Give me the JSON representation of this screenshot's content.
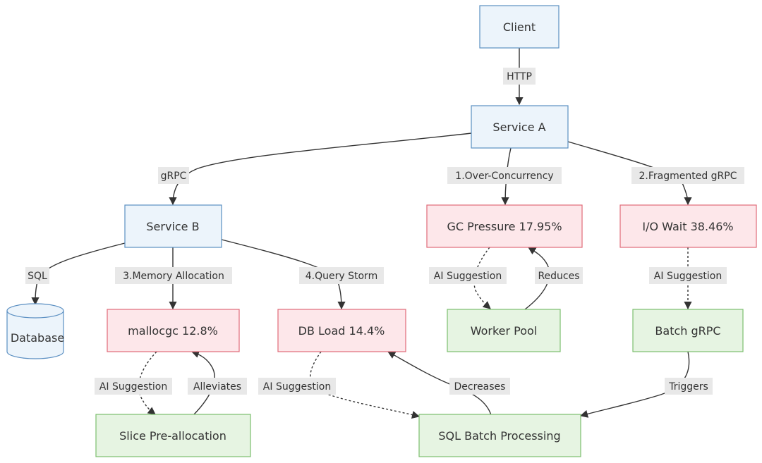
{
  "colors": {
    "service_fill": "#ecf4fb",
    "service_stroke": "#5b8fc2",
    "problem_fill": "#fde7ea",
    "problem_stroke": "#e06b78",
    "solution_fill": "#e6f4e2",
    "solution_stroke": "#7cbf6e",
    "database_fill": "#ecf4fb",
    "database_stroke": "#5b8fc2",
    "edge": "#333333",
    "edge_label_bg": "#e8e8e8"
  },
  "nodes": {
    "client": "Client",
    "service_a": "Service A",
    "service_b": "Service B",
    "database": "Database",
    "gc_pressure": "GC Pressure 17.95%",
    "io_wait": "I/O Wait 38.46%",
    "mallocgc": "mallocgc 12.8%",
    "db_load": "DB Load 14.4%",
    "worker_pool": "Worker Pool",
    "batch_grpc": "Batch gRPC",
    "slice_prealloc": "Slice Pre-allocation",
    "sql_batch": "SQL Batch Processing"
  },
  "edges": {
    "http": "HTTP",
    "grpc": "gRPC",
    "over_concurrency": "1.Over-Concurrency",
    "fragmented_grpc": "2.Fragmented gRPC",
    "sql": "SQL",
    "memory_allocation": "3.Memory Allocation",
    "query_storm": "4.Query Storm",
    "ai_suggestion_gc": "AI Suggestion",
    "reduces": "Reduces",
    "ai_suggestion_io": "AI Suggestion",
    "ai_suggestion_malloc": "AI Suggestion",
    "alleviates": "Alleviates",
    "ai_suggestion_db": "AI Suggestion",
    "decreases": "Decreases",
    "triggers": "Triggers"
  }
}
